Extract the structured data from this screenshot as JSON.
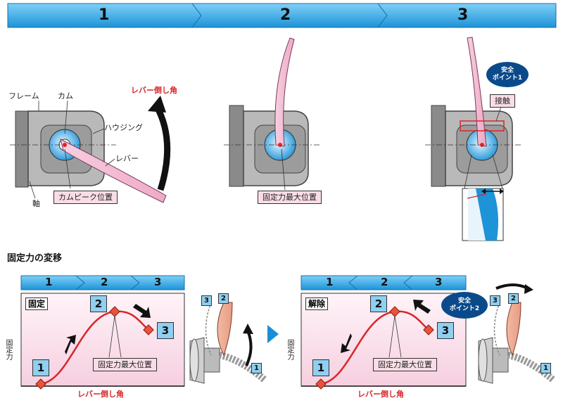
{
  "top_steps": [
    "1",
    "2",
    "3"
  ],
  "panel1": {
    "frame": "フレーム",
    "cam": "カム",
    "housing": "ハウジング",
    "lever": "レバー",
    "shaft": "軸",
    "lever_angle": "レバー倒し角",
    "cam_peak": "カムピーク位置"
  },
  "panel2": {
    "max_pos": "固定力最大位置"
  },
  "panel3": {
    "safety1_line1": "安全",
    "safety1_line2": "ポイント1",
    "contact": "接触"
  },
  "section_title": "固定力の変移",
  "left_chart": {
    "steps": [
      "1",
      "2",
      "3"
    ],
    "mode": "固定",
    "ylabel": "固定力",
    "xlabel": "レバー倒し角",
    "max_label": "固定力最大位置",
    "markers": [
      "1",
      "2",
      "3"
    ]
  },
  "right_chart": {
    "steps": [
      "1",
      "2",
      "3"
    ],
    "mode": "解除",
    "ylabel": "固定力",
    "xlabel": "レバー倒し角",
    "max_label": "固定力最大位置",
    "markers": [
      "1",
      "2",
      "3"
    ],
    "safety2_line1": "安全",
    "safety2_line2": "ポイント2"
  },
  "left_device_tags": [
    "3",
    "2",
    "1"
  ],
  "right_device_tags": [
    "3",
    "2",
    "1"
  ],
  "colors": {
    "arrow_blue": "#1a8fd6",
    "arrow_light": "#5ec1f0",
    "curve_red": "#d8262b",
    "lever_pink": "#f2b8cf",
    "chart_bg": "#fbe4ec",
    "safety_navy": "#0a4a8a"
  }
}
